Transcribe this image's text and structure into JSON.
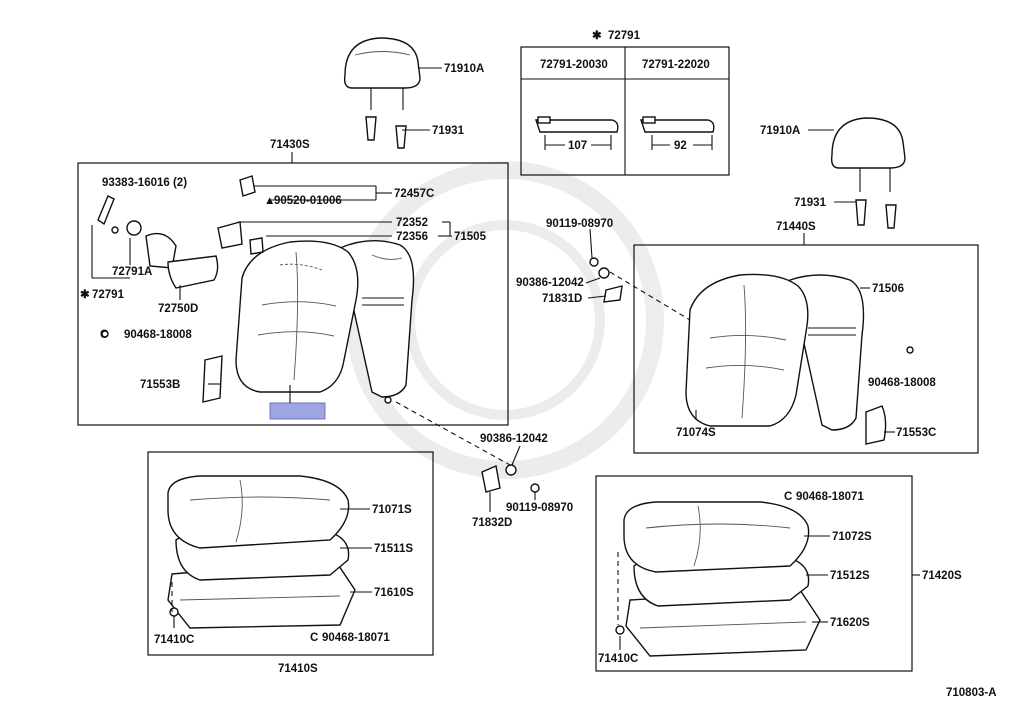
{
  "callouts": {
    "headrest_left": "71910A",
    "headrest_guide_left": "71931",
    "seatback_assy_left": "71430S",
    "screw_93383": "93383-16016 (2)",
    "bolt_90520": "90520-01006",
    "cover_72457C": "72457C",
    "knob_72791A": "72791A",
    "recliner_72791": "72791",
    "panel_72750D": "72750D",
    "clip_90468_left": "90468-18008",
    "part_72352": "72352",
    "part_72356": "72356",
    "cover_71505": "71505",
    "cover_71553B": "71553B",
    "inset_title": "72791",
    "inset_col1": "72791-20030",
    "inset_col2": "72791-22020",
    "dim_107": "107",
    "dim_92": "92",
    "headrest_right": "71910A",
    "headrest_guide_right": "71931",
    "seatback_assy_right": "71440S",
    "screw_90119_top": "90119-08970",
    "nut_90386_top": "90386-12042",
    "bracket_71831D": "71831D",
    "cover_71506": "71506",
    "clip_90468_right": "90468-18008",
    "pad_71074S": "71074S",
    "cover_71553C": "71553C",
    "nut_90386_mid": "90386-12042",
    "screw_90119_mid": "90119-08970",
    "bracket_71832D": "71832D",
    "cushion_71071S": "71071S",
    "pad_71511S": "71511S",
    "frame_71610S": "71610S",
    "cover_71410C_left": "71410C",
    "clip_90468_lower_left": "90468-18071",
    "cushion_assy_left": "71410S",
    "clip_90468_lower_right": "90468-18071",
    "cushion_71072S": "71072S",
    "pad_71512S": "71512S",
    "cushion_assy_right": "71420S",
    "frame_71620S": "71620S",
    "cover_71410C_right": "71410C",
    "figure_number": "710803-A"
  }
}
